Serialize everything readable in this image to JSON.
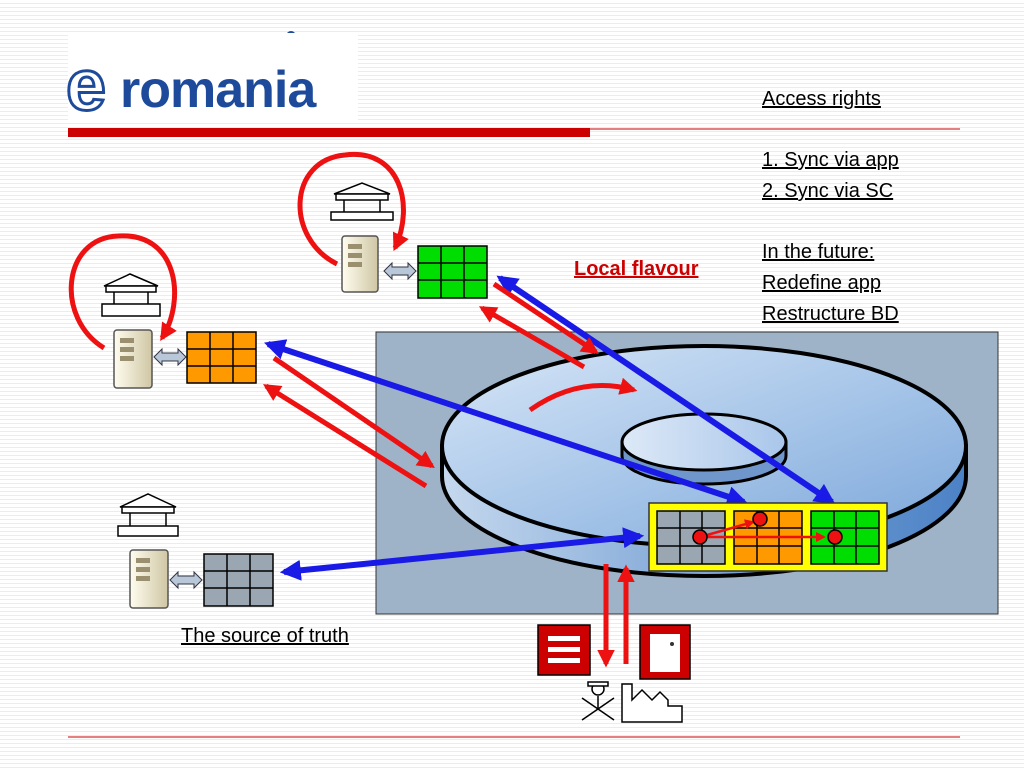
{
  "logo": {
    "first_letter": "e",
    "word": "romania"
  },
  "notes": {
    "access_rights": "Access rights",
    "sync_app": "1. Sync via app",
    "sync_sc": "2. Sync via SC",
    "future_heading": "In the future:",
    "redefine": "Redefine app",
    "restructure": "Restructure BD"
  },
  "labels": {
    "local_flavour": "Local flavour",
    "source_of_truth": "The source of truth"
  },
  "colors": {
    "brand_red": "#cc0000",
    "arrow_red": "#ee1111",
    "arrow_blue": "#1a1ae6",
    "db_panel": "#9fb3c8",
    "db_disk": "#8fb3e0",
    "grid_green": "#00dd00",
    "grid_orange": "#ff9900",
    "grid_gray": "#9aa6b2",
    "highlight_yellow": "#ffff00"
  },
  "icons": [
    "building-icon",
    "server-icon",
    "bidirectional-arrow-icon",
    "database-disk-icon",
    "list-document-icon",
    "door-document-icon",
    "person-icon",
    "factory-icon"
  ]
}
